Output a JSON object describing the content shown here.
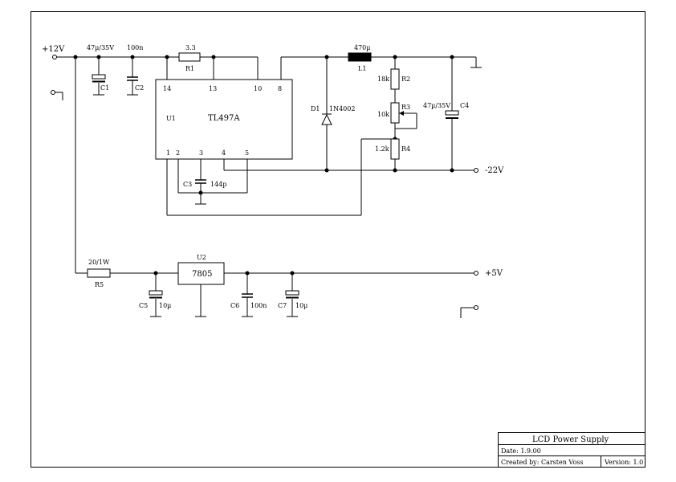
{
  "title_block": {
    "title": "LCD Power Supply",
    "date": "Date: 1.9.00",
    "created_by": "Created by: Carsten Voss",
    "version": "Version: 1.0"
  },
  "ports": {
    "vin": "+12V",
    "vneg": "-22V",
    "v5": "+5V"
  },
  "parts": {
    "C1": {
      "ref": "C1",
      "value": "47µ/35V"
    },
    "C2": {
      "ref": "C2",
      "value": "100n"
    },
    "R1": {
      "ref": "R1",
      "value": "3.3"
    },
    "L1": {
      "ref": "L1",
      "value": "470µ"
    },
    "R2": {
      "ref": "R2",
      "value": "18k"
    },
    "R3": {
      "ref": "R3",
      "value": "10k"
    },
    "R4": {
      "ref": "R4",
      "value": "1.2k"
    },
    "C4": {
      "ref": "C4",
      "value": "47µ/35V"
    },
    "D1": {
      "ref": "D1",
      "value": "1N4002"
    },
    "U1": {
      "ref": "U1",
      "value": "TL497A"
    },
    "C3": {
      "ref": "C3",
      "value": "144p"
    },
    "R5": {
      "ref": "R5",
      "value": "20/1W"
    },
    "U2": {
      "ref": "U2",
      "value": "7805"
    },
    "C5": {
      "ref": "C5",
      "value": "10µ"
    },
    "C6": {
      "ref": "C6",
      "value": "100n"
    },
    "C7": {
      "ref": "C7",
      "value": "10µ"
    }
  },
  "u1_pins": {
    "p14": "14",
    "p13": "13",
    "p10": "10",
    "p8": "8",
    "p1": "1",
    "p2": "2",
    "p3": "3",
    "p4": "4",
    "p5": "5"
  }
}
